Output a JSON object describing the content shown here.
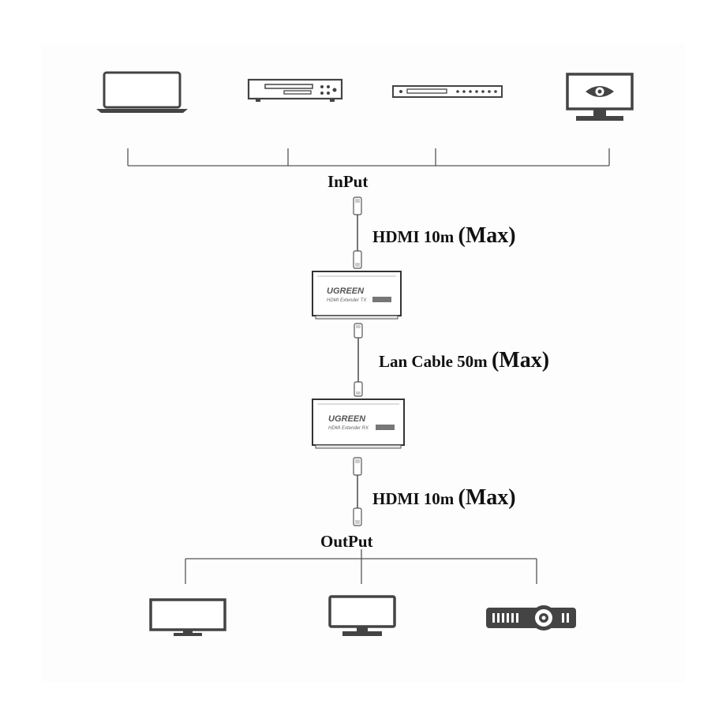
{
  "colors": {
    "ink": "#444444",
    "line": "#555555",
    "text": "#111111"
  },
  "input": {
    "title": "InPut",
    "devices": [
      {
        "name": "laptop",
        "icon": "laptop-icon"
      },
      {
        "name": "dvd-player",
        "icon": "dvd-player-icon"
      },
      {
        "name": "set-top-box",
        "icon": "set-top-box-icon"
      },
      {
        "name": "monitor-eye",
        "icon": "eye-monitor-icon"
      }
    ]
  },
  "links": [
    {
      "text": "HDMI 10m",
      "suffix": "(Max)"
    },
    {
      "text": "Lan Cable 50m",
      "suffix": "(Max)"
    },
    {
      "text": "HDMI 10m",
      "suffix": "(Max)"
    }
  ],
  "transmitter": {
    "brand": "UGREEN",
    "model": "HDMI Extender TX"
  },
  "receiver": {
    "brand": "UGREEN",
    "model": "HDMI Extender RX"
  },
  "output": {
    "title": "OutPut",
    "devices": [
      {
        "name": "tv",
        "icon": "tv-icon"
      },
      {
        "name": "monitor",
        "icon": "monitor-icon"
      },
      {
        "name": "projector",
        "icon": "projector-icon"
      }
    ]
  }
}
